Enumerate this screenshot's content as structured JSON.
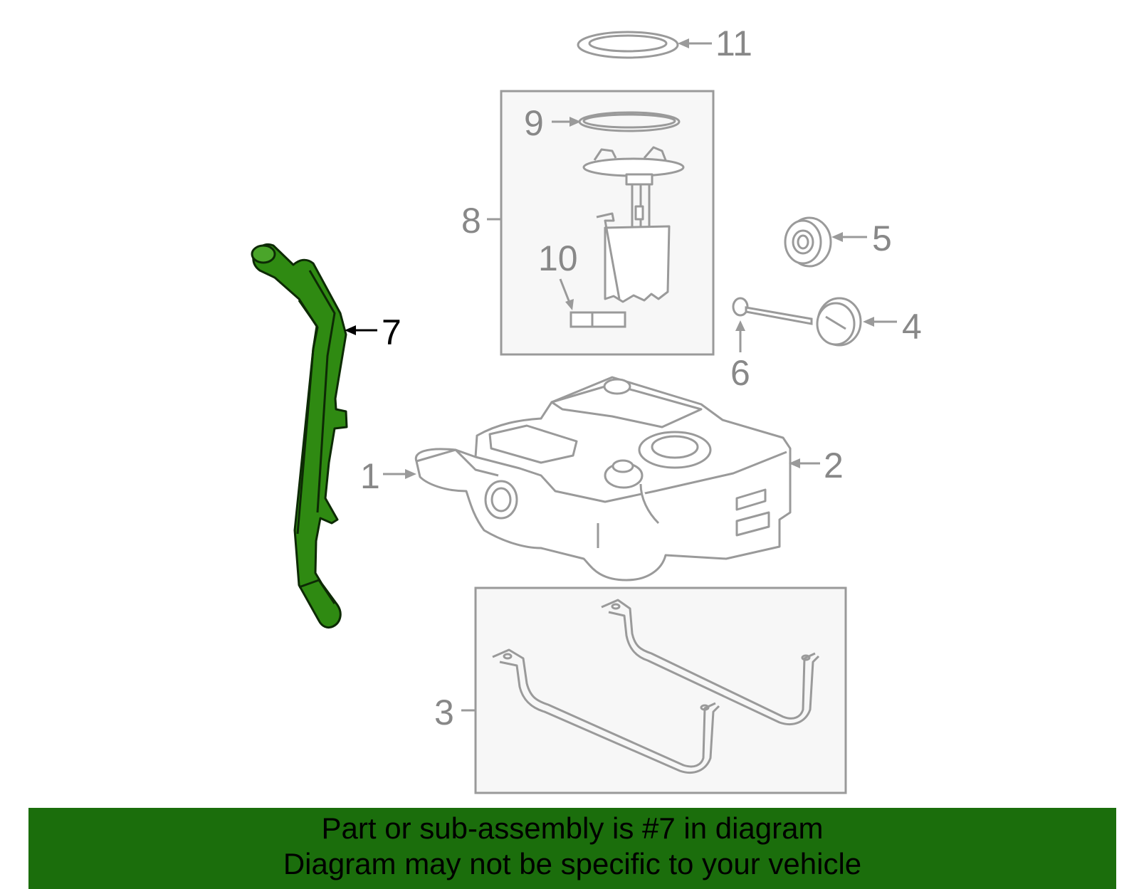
{
  "diagram": {
    "highlight_color": "#2f8a12",
    "line_color": "#9a9a9a",
    "box_fill": "#f7f7f7",
    "highlighted_part": "7",
    "callouts": {
      "c1": "1",
      "c2": "2",
      "c3": "3",
      "c4": "4",
      "c5": "5",
      "c6": "6",
      "c7": "7",
      "c8": "8",
      "c9": "9",
      "c10": "10",
      "c11": "11"
    }
  },
  "banner": {
    "line1": "Part or sub-assembly is #7 in diagram",
    "line2": "Diagram may not be specific to your vehicle",
    "background": "#1b6e0c"
  }
}
